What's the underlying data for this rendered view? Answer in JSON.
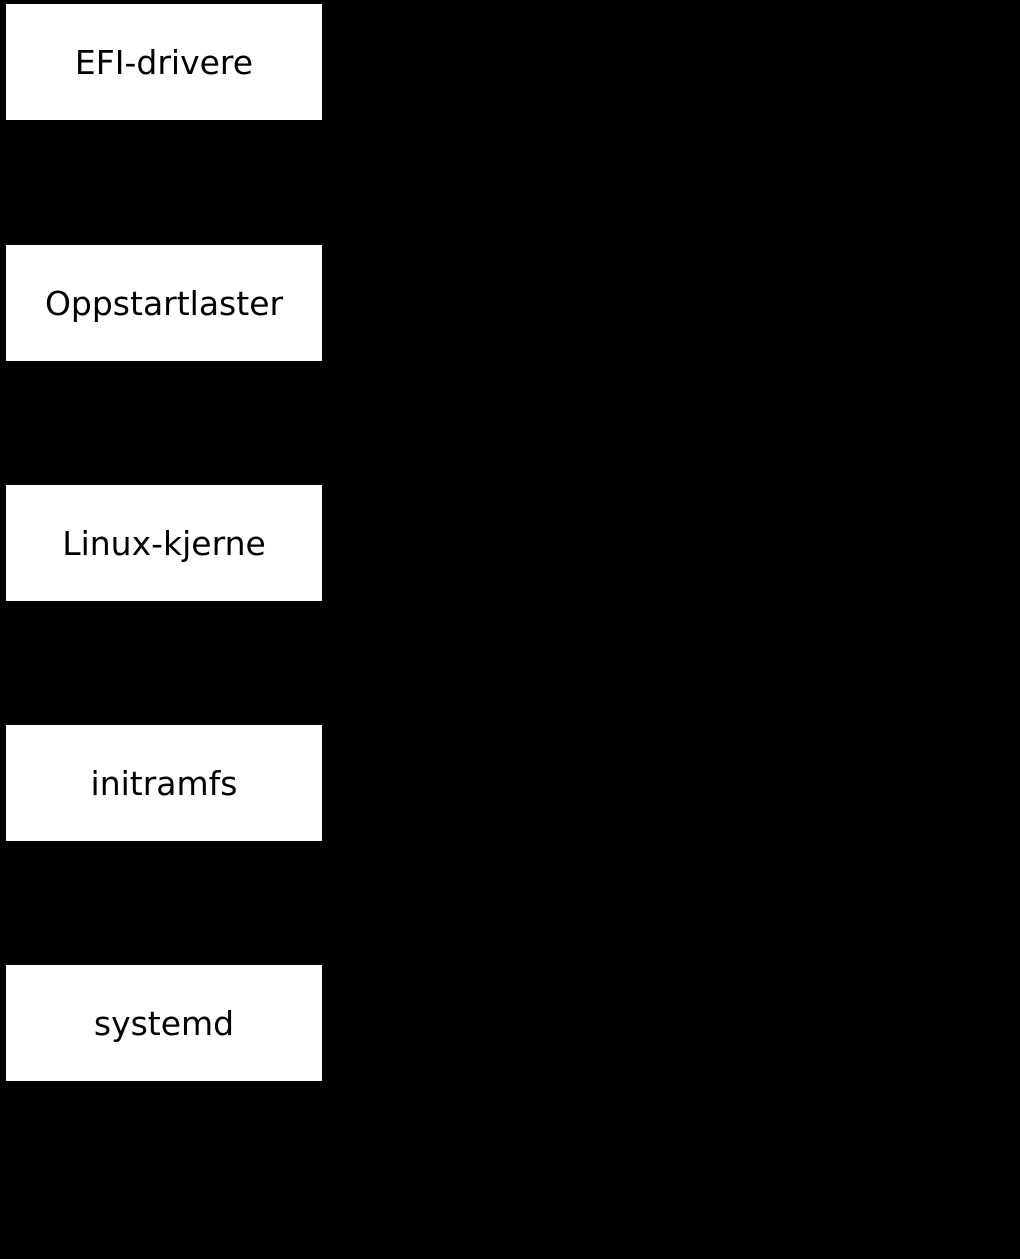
{
  "diagram": {
    "type": "flowchart",
    "description": "Linux boot sequence diagram: five stacked white process boxes on a black background; connector arrows are black-on-black and not visible",
    "nodes": [
      {
        "id": "efi-drivers",
        "label": "EFI-drivere"
      },
      {
        "id": "bootloader",
        "label": "Oppstartlaster"
      },
      {
        "id": "linux-kernel",
        "label": "Linux-kjerne"
      },
      {
        "id": "initramfs",
        "label": "initramfs"
      },
      {
        "id": "systemd",
        "label": "systemd"
      }
    ],
    "colors": {
      "background": "#000000",
      "node_fill": "#ffffff",
      "node_text": "#000000"
    }
  }
}
